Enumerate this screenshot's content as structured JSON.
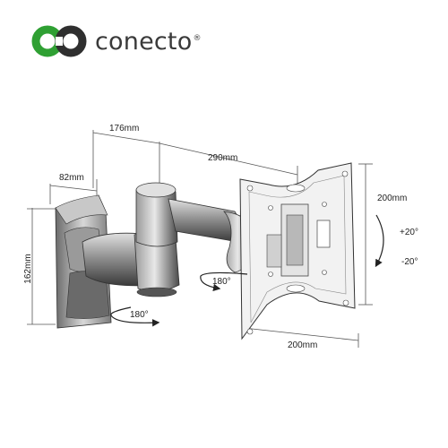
{
  "brand": {
    "name": "conecto",
    "mark": "®",
    "colors": {
      "green": "#2fa033",
      "dark": "#2f2f2f",
      "text": "#3a3a3a"
    }
  },
  "dimensions": {
    "arm_length": "176mm",
    "extension": "290mm",
    "wall_width": "82mm",
    "wall_height": "162mm",
    "plate_height": "200mm",
    "plate_width": "200mm"
  },
  "angles": {
    "swivel_lower": "180°",
    "swivel_upper": "180°",
    "tilt_up": "+20°",
    "tilt_down": "-20°"
  }
}
